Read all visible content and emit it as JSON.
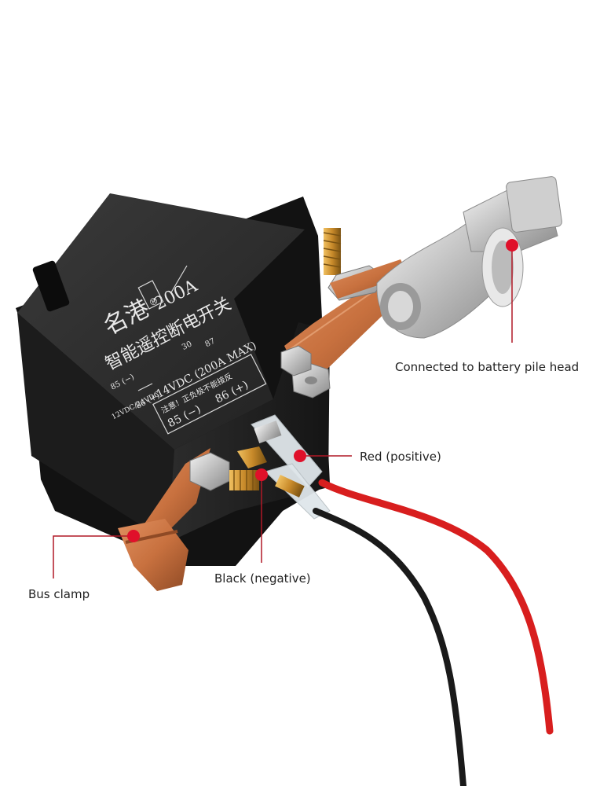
{
  "product": {
    "brand": "名港",
    "brand_mark": "®",
    "rating": "200A",
    "name": "智能遥控断电开关",
    "pin_85": "85 (−)",
    "pin_86": "86 (+)",
    "pin_30": "30",
    "pin_87": "87",
    "voltage_range": "12VDC/24VDC",
    "max_spec": "14VDC (200A MAX)",
    "warning": "注意！正负极不能接反",
    "warning_85": "85 (−)",
    "warning_86": "86 (+)"
  },
  "callouts": {
    "battery": "Connected to battery pile head",
    "red": "Red (positive)",
    "black": "Black (negative)",
    "bus": "Bus clamp"
  },
  "colors": {
    "relay_body": "#2a2a2a",
    "copper": "#c8713f",
    "callout_line": "#b01826",
    "callout_dot": "#e0102a",
    "red_wire": "#d81e1e",
    "black_wire": "#1a1a1a"
  }
}
